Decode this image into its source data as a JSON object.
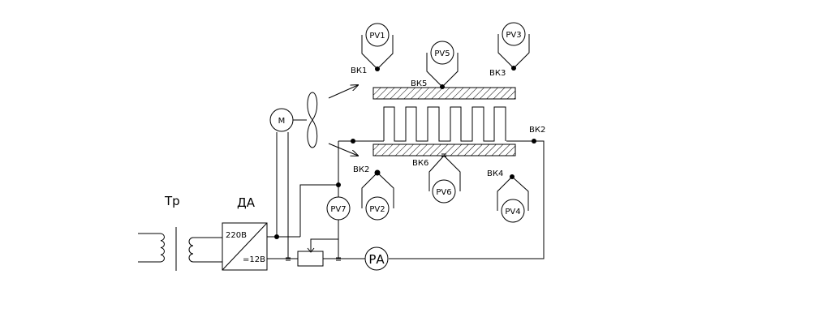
{
  "labels": {
    "transformer": "Тр",
    "converter": "ДА",
    "converter_in": "220В",
    "converter_out": "=12В",
    "motor": "М",
    "ammeter": "РА",
    "pv1": "PV1",
    "pv2": "PV2",
    "pv3": "PV3",
    "pv4": "PV4",
    "pv5": "PV5",
    "pv6": "PV6",
    "pv7": "PV7",
    "bk1": "ВК1",
    "bk2_right": "ВК2",
    "bk2_left": "ВК2",
    "bk3": "ВК3",
    "bk4": "ВК4",
    "bk5": "ВК5",
    "bk6": "ВК6"
  }
}
